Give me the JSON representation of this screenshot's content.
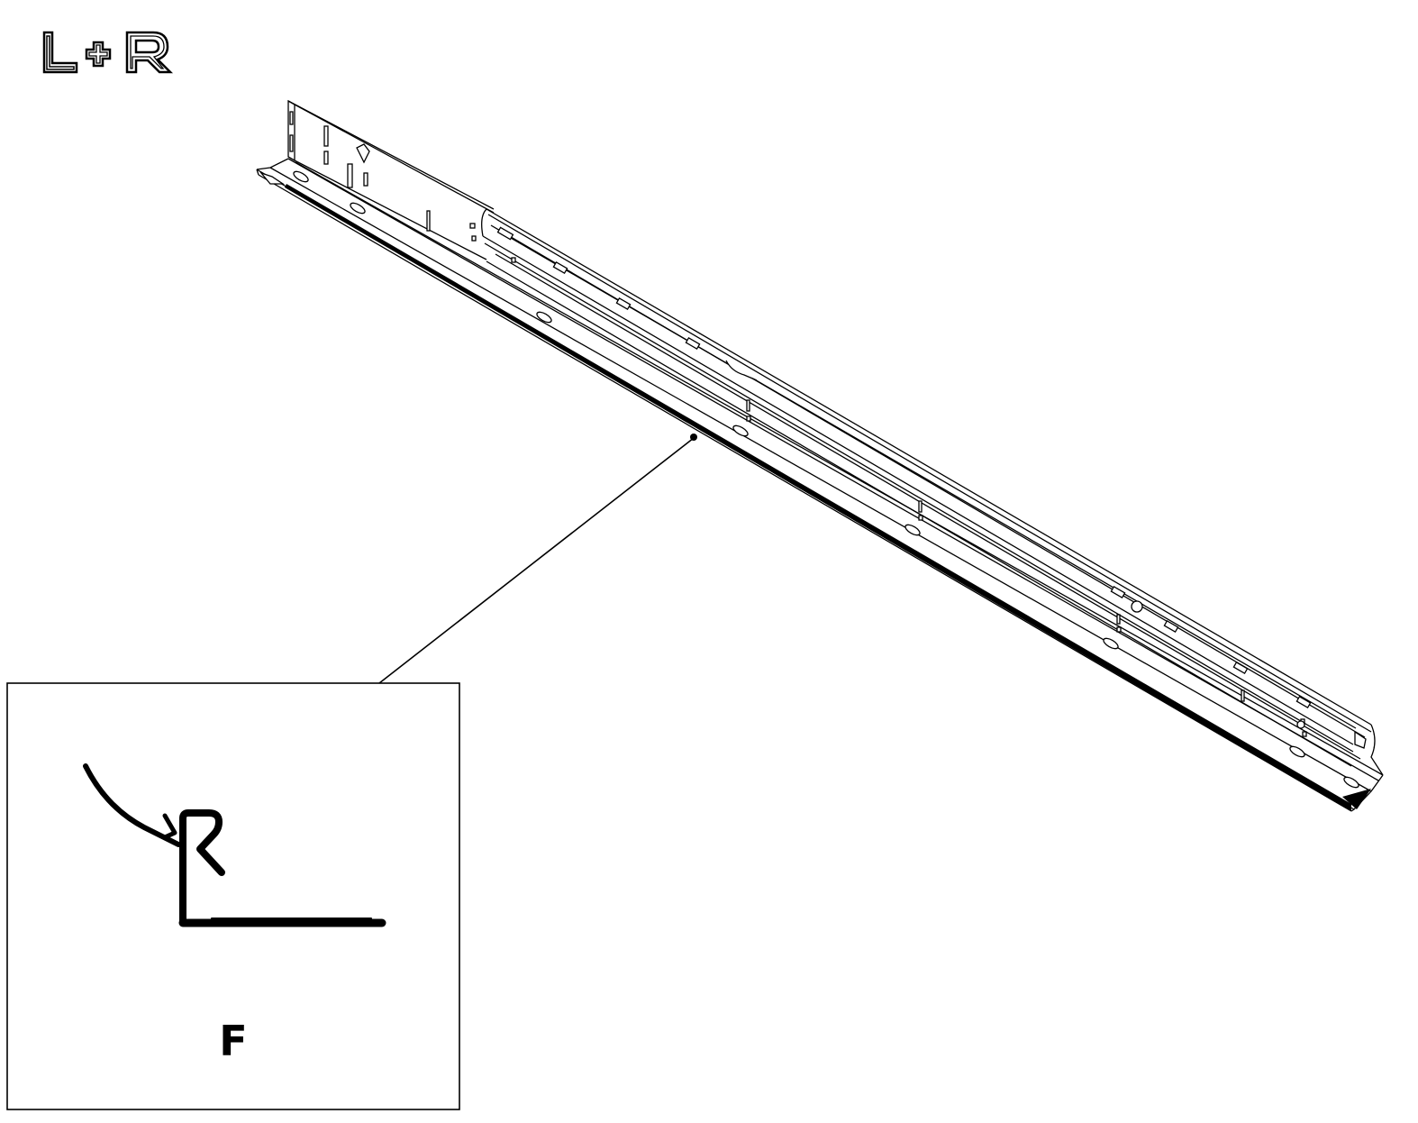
{
  "logo": {
    "text": "L+R"
  },
  "detail": {
    "label": "F"
  },
  "colors": {
    "line": "#000000",
    "background": "#ffffff"
  },
  "icons": [
    "brand-logo",
    "rail-profile-icon"
  ]
}
